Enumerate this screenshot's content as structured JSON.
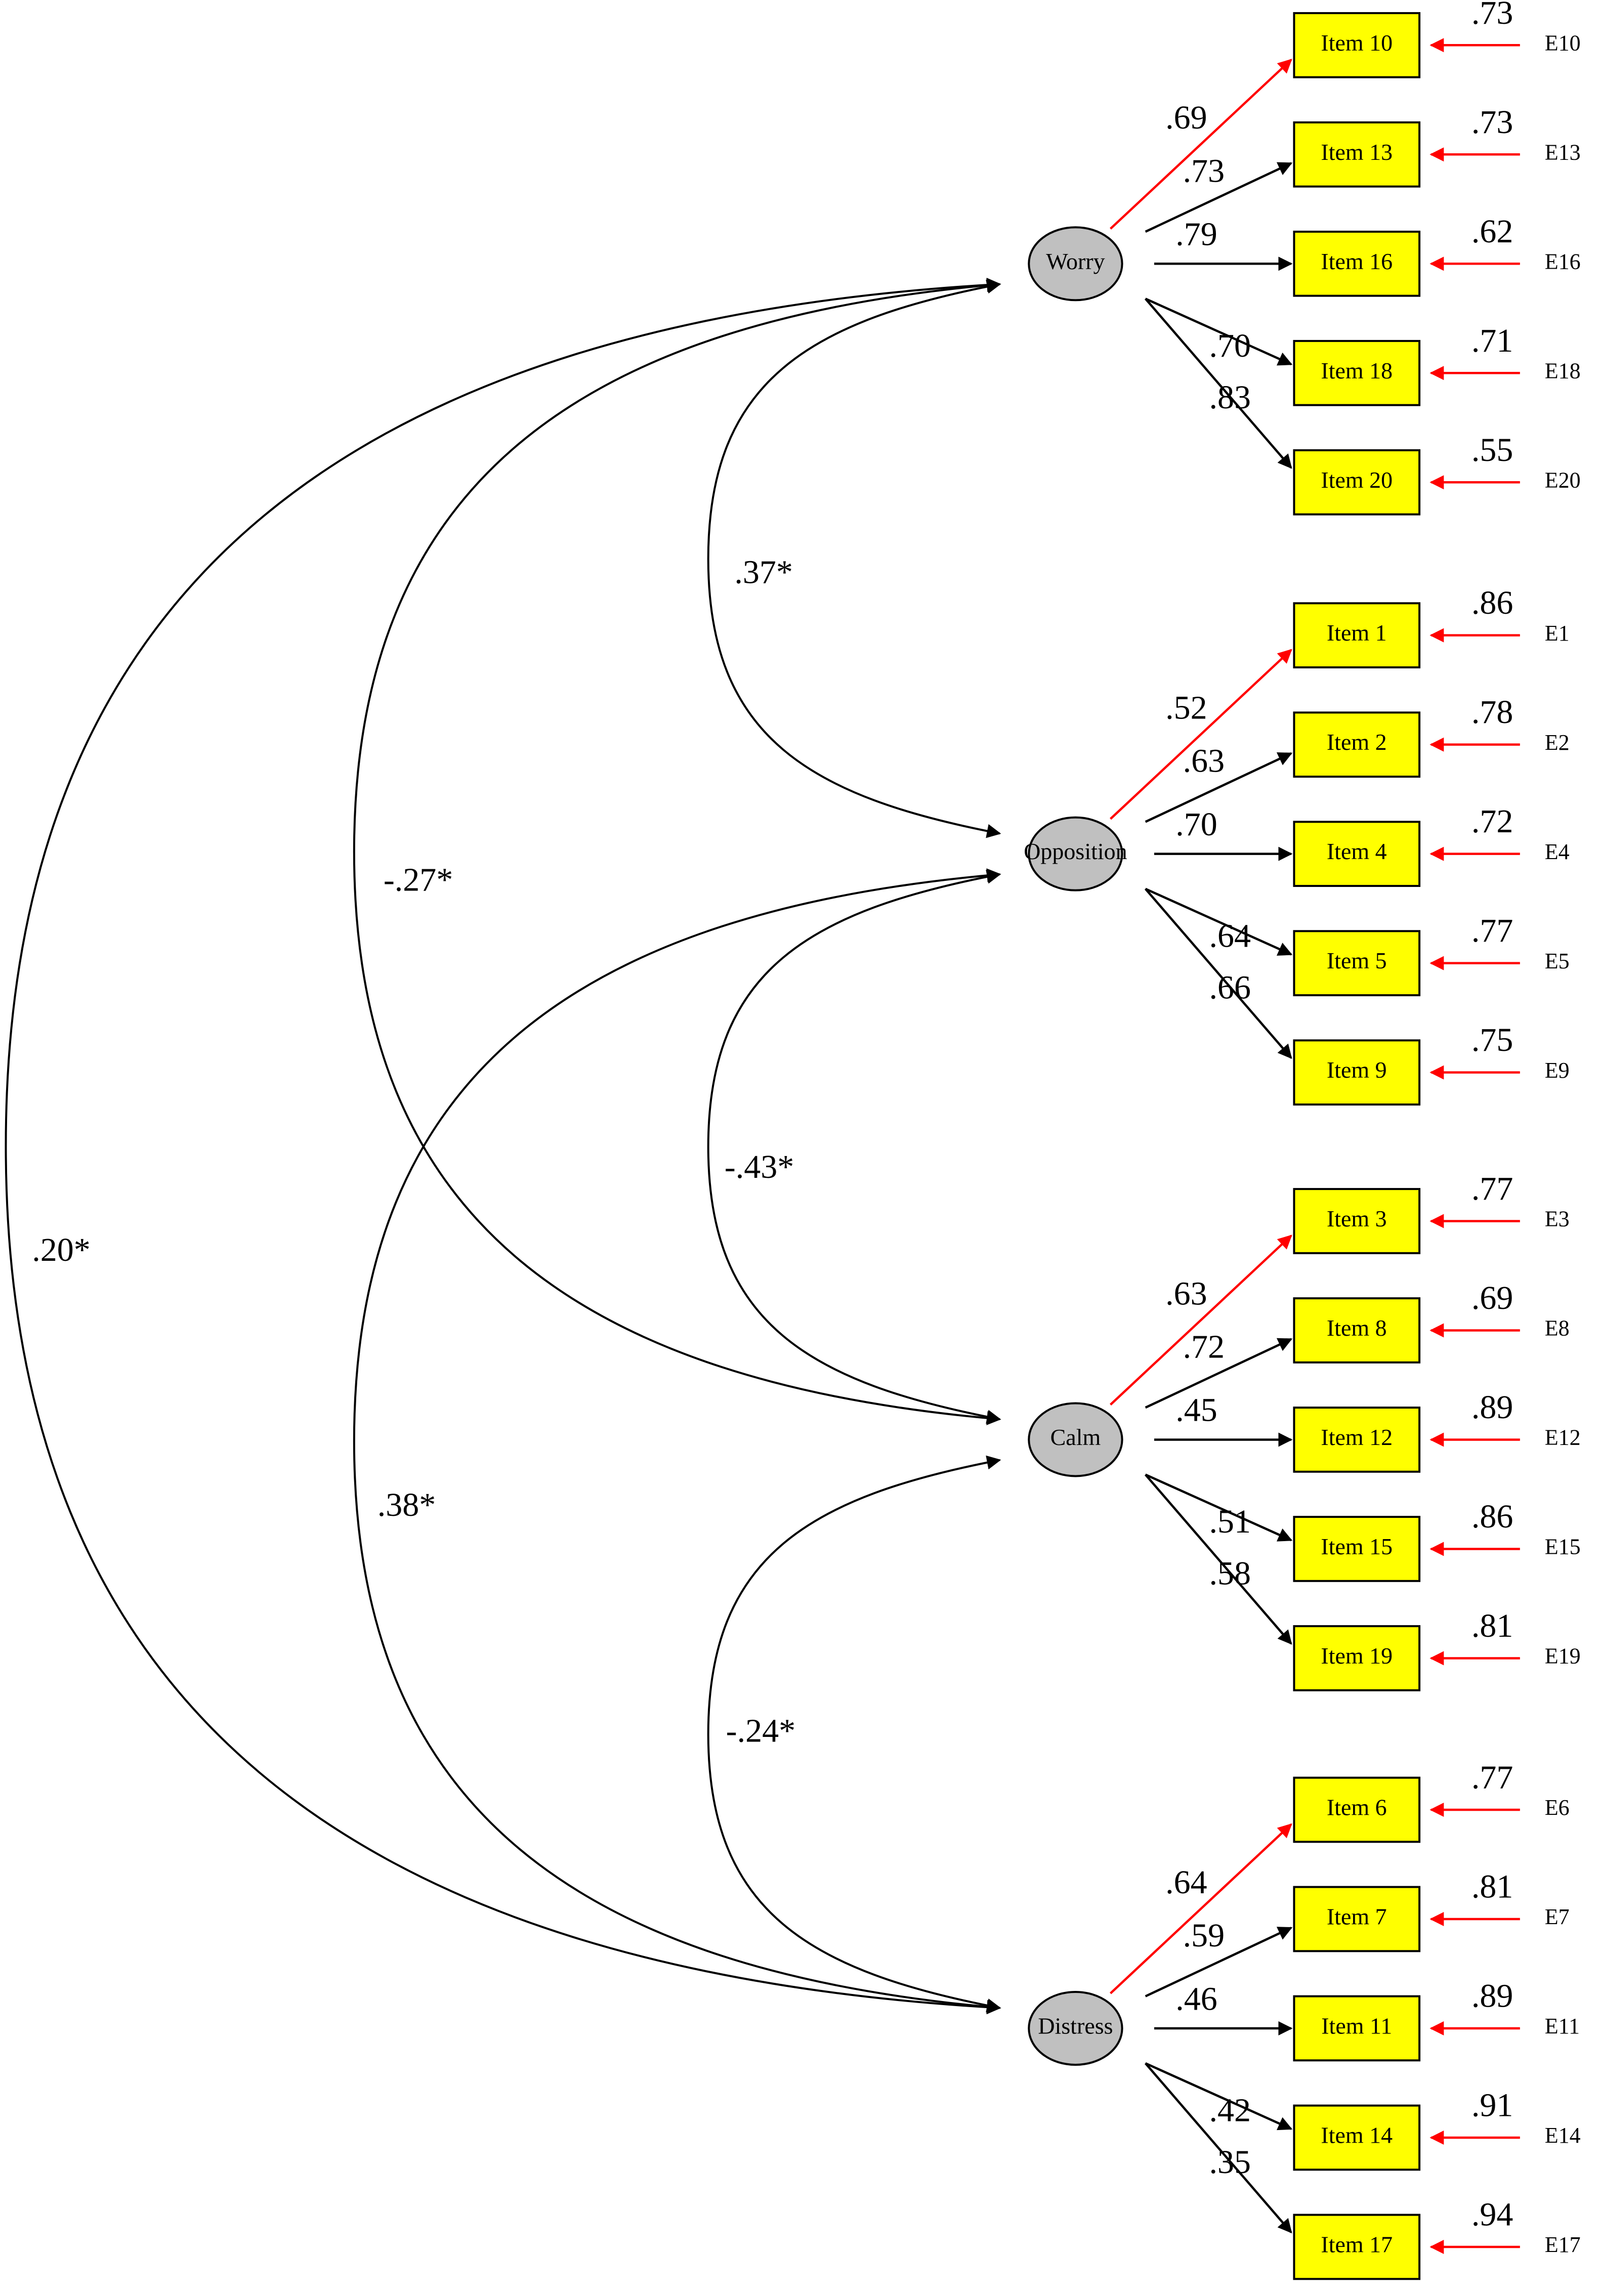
{
  "colors": {
    "item_fill": "#ffff00",
    "factor_fill": "#c0c0c0",
    "first_loading_arrow": "#ff0000",
    "loading_arrow": "#000000",
    "error_arrow": "#ff0000"
  },
  "factors": [
    {
      "name": "Worry",
      "items": [
        {
          "label": "Item 10",
          "loading": ".69",
          "residual": ".73",
          "error": "E10"
        },
        {
          "label": "Item 13",
          "loading": ".73",
          "residual": ".73",
          "error": "E13"
        },
        {
          "label": "Item 16",
          "loading": ".79",
          "residual": ".62",
          "error": "E16"
        },
        {
          "label": "Item 18",
          "loading": ".70",
          "residual": ".71",
          "error": "E18"
        },
        {
          "label": "Item 20",
          "loading": ".83",
          "residual": ".55",
          "error": "E20"
        }
      ]
    },
    {
      "name": "Opposition",
      "items": [
        {
          "label": "Item 1",
          "loading": ".52",
          "residual": ".86",
          "error": "E1"
        },
        {
          "label": "Item 2",
          "loading": ".63",
          "residual": ".78",
          "error": "E2"
        },
        {
          "label": "Item 4",
          "loading": ".70",
          "residual": ".72",
          "error": "E4"
        },
        {
          "label": "Item 5",
          "loading": ".64",
          "residual": ".77",
          "error": "E5"
        },
        {
          "label": "Item 9",
          "loading": ".66",
          "residual": ".75",
          "error": "E9"
        }
      ]
    },
    {
      "name": "Calm",
      "items": [
        {
          "label": "Item 3",
          "loading": ".63",
          "residual": ".77",
          "error": "E3"
        },
        {
          "label": "Item 8",
          "loading": ".72",
          "residual": ".69",
          "error": "E8"
        },
        {
          "label": "Item 12",
          "loading": ".45",
          "residual": ".89",
          "error": "E12"
        },
        {
          "label": "Item 15",
          "loading": ".51",
          "residual": ".86",
          "error": "E15"
        },
        {
          "label": "Item 19",
          "loading": ".58",
          "residual": ".81",
          "error": "E19"
        }
      ]
    },
    {
      "name": "Distress",
      "items": [
        {
          "label": "Item 6",
          "loading": ".64",
          "residual": ".77",
          "error": "E6"
        },
        {
          "label": "Item 7",
          "loading": ".59",
          "residual": ".81",
          "error": "E7"
        },
        {
          "label": "Item 11",
          "loading": ".46",
          "residual": ".89",
          "error": "E11"
        },
        {
          "label": "Item 14",
          "loading": ".42",
          "residual": ".91",
          "error": "E14"
        },
        {
          "label": "Item 17",
          "loading": ".35",
          "residual": ".94",
          "error": "E17"
        }
      ]
    }
  ],
  "correlations": [
    {
      "from": "Worry",
      "to": "Opposition",
      "value": ".37*"
    },
    {
      "from": "Opposition",
      "to": "Calm",
      "value": "-.43*"
    },
    {
      "from": "Calm",
      "to": "Distress",
      "value": "-.24*"
    },
    {
      "from": "Worry",
      "to": "Calm",
      "value": "-.27*"
    },
    {
      "from": "Opposition",
      "to": "Distress",
      "value": ".38*"
    },
    {
      "from": "Worry",
      "to": "Distress",
      "value": ".20*"
    }
  ]
}
